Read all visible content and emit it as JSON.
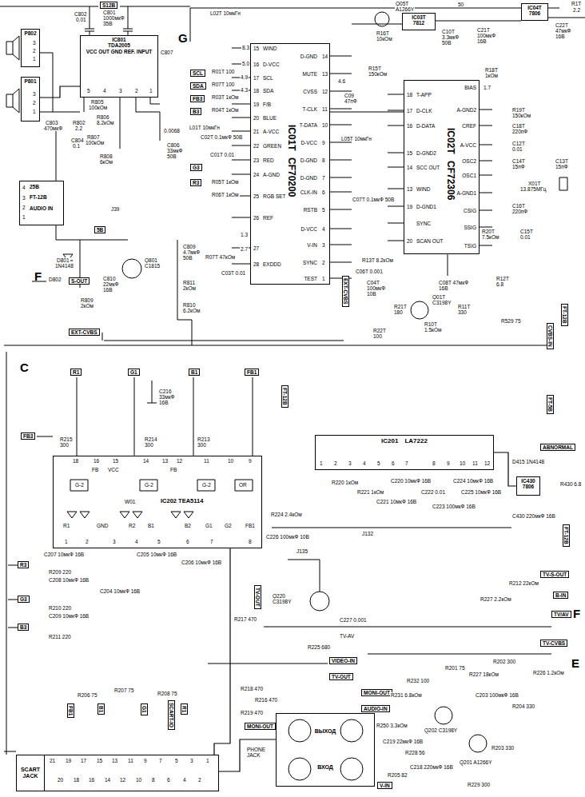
{
  "diagram": {
    "nodes": [
      {
        "text": [
          "P802"
        ]
      },
      {
        "text": [
          "P801"
        ]
      },
      {
        "text": [
          "IC801",
          "TDA2005",
          "VCC OUT GND REF. INPUT"
        ]
      },
      {
        "text": [
          "25B",
          "FT-12B",
          "AUDIO IN"
        ]
      },
      {
        "text": [
          "IC01T",
          "CF70200"
        ]
      },
      {
        "text": [
          "IC03T",
          "7812"
        ]
      },
      {
        "text": [
          "IC04T",
          "7806"
        ]
      },
      {
        "text": [
          "IC02T",
          "CF72306"
        ]
      },
      {
        "text": [
          "IC202 TEA5114"
        ]
      },
      {
        "text": [
          "IC201",
          "LA7222"
        ]
      },
      {
        "text": [
          "IC430",
          "7806"
        ]
      },
      {
        "text": [
          "ВЫХОД",
          "ВХОД"
        ]
      },
      {
        "text": [
          "SCART JACK"
        ]
      }
    ],
    "edges": [
      {
        "from": 4,
        "to": 7,
        "arrow": "none"
      },
      {
        "from": 2,
        "to": 1,
        "arrow": "none"
      },
      {
        "from": 8,
        "to": 12,
        "arrow": "none"
      },
      {
        "from": 11,
        "to": 12,
        "arrow": "none"
      },
      {
        "from": 10,
        "to": 9,
        "arrow": "none"
      }
    ],
    "labels": [
      "S12B",
      "C802",
      "0.01",
      "C801",
      "1000мкФ",
      "35В",
      "5",
      "4",
      "3",
      "2",
      "1",
      "C807",
      "0.0068",
      "R805",
      "100кОм",
      "R802",
      "2.2",
      "R806",
      "8.2кОм",
      "C804",
      "0.1",
      "R807",
      "100кОм",
      "R808",
      "6кОм",
      "C803",
      "470мкФ",
      "C806",
      "33мкФ",
      "50В",
      "3",
      "2",
      "1",
      "3",
      "2",
      "1",
      "4",
      "3",
      "2",
      "1",
      "J39",
      "5B",
      "D801",
      "1N4148",
      "D802",
      "C810",
      "22мкФ",
      "16В",
      "Q801",
      "C1815",
      "C809",
      "4.7мкФ",
      "50В",
      "R811",
      "2кОм",
      "R810",
      "6.2кОм",
      "F",
      "S-OUT",
      "R809",
      "2кОм",
      "EXT-CVBS",
      "G",
      "L02T 10мкГн",
      "15",
      "16",
      "17",
      "18",
      "19",
      "20",
      "21",
      "22",
      "23",
      "24",
      "25",
      "26",
      "27",
      "28",
      "WIND",
      "D-VCC",
      "SCL",
      "SDA",
      "F/B",
      "BLUE",
      "A-VCC",
      "GREEN",
      "RED",
      "A-GND",
      "RGB SET",
      "REF",
      "EXDDD",
      "14",
      "13",
      "12",
      "11",
      "10",
      "9",
      "8",
      "7",
      "6",
      "5",
      "4",
      "3",
      "2",
      "1",
      "D-GND",
      "MUTE",
      "CVSS",
      "T-CLK",
      "T-DATA",
      "D-VCC",
      "D-GND",
      "D-GND",
      "CLK-IN",
      "RSTB",
      "D-VCC",
      "V-IN",
      "SYNC",
      "TEST",
      "8.3",
      "5.0",
      "4.9",
      "4.3",
      "1.3",
      "2.7",
      "R01T 100",
      "R07T 100",
      "R03T 1кОм",
      "R04T 1кОм",
      "L01T 10мкГн",
      "C02T 0.1мкФ 50В",
      "C01T 0.01",
      "R05T 1кОм",
      "R06T 1кОм",
      "R07T 47кОм",
      "C03T 0.01",
      "SCL",
      "SDA",
      "FB3",
      "B3",
      "G3",
      "R3",
      "Q05T",
      "A1266Y",
      "R16T",
      "10кОм",
      "C10T",
      "3.3мкФ",
      "50В",
      "50",
      "C21T",
      "100мкФ",
      "16В",
      "C22T",
      "47мкФ",
      "16В",
      "R1T",
      "2.2",
      "4.6",
      "R15T",
      "150кОм",
      "C09",
      "47пФ",
      "L05T 10мкГн",
      "C07T 0.1мкФ 50В",
      "R13T 8.2кОм",
      "C06T 0.001",
      "C04T",
      "100мкФ",
      "10В",
      "Q01T",
      "C3198Y",
      "C08T 47мкФ",
      "16В",
      "R12T",
      "6.8",
      "R11T",
      "330",
      "R21T",
      "180",
      "R10T",
      "1.5кОм",
      "R22T",
      "100",
      "R529 75",
      "EXT-CVBS",
      "CVBS-IN",
      "FT-12B",
      "18",
      "17",
      "16",
      "15",
      "14",
      "13",
      "19",
      "20",
      "T-APP",
      "D-CLK",
      "D-DATA",
      "D-GND2",
      "SCC OUT",
      "WIND",
      "D-GND1",
      "SYNC",
      "SCAN OUT",
      "BIAS",
      "A-GND2",
      "CREF",
      "A-VCC",
      "OSC2",
      "OSC1",
      "A-GND1",
      "CSIG",
      "SSIG",
      "TSIG",
      "R18T",
      "1кОм",
      "1.7",
      "R19T",
      "150кОм",
      "C18T",
      "220пФ",
      "C12T",
      "0.01",
      "C14T",
      "15пФ",
      "C13T",
      "15пФ",
      "X01T",
      "13.875МГц",
      "C16T",
      "220пФ",
      "R20T",
      "7.5кОм",
      "C15T",
      "0.01",
      "C",
      "R1",
      "G1",
      "B1",
      "FB1",
      "FT-12B",
      "FB3",
      "C216",
      "33мкФ",
      "16В",
      "R215",
      "300",
      "R214",
      "300",
      "R213",
      "300",
      "18",
      "16",
      "15",
      "14",
      "13",
      "12",
      "11",
      "10",
      "9",
      "FB",
      "VCC",
      "FB",
      "G-2",
      "G-2",
      "G-2",
      "OR",
      "W01",
      "R1",
      "GND",
      "R2",
      "B1",
      "B2",
      "G1",
      "G2",
      "FB1",
      "1",
      "2",
      "3",
      "4",
      "5",
      "6",
      "7",
      "8",
      "C207 10мкФ 16В",
      "R3",
      "R209 220",
      "C208 10мкФ 16В",
      "G3",
      "R210 220",
      "C209 10мкФ 16В",
      "C204 10мкФ 16В",
      "B3",
      "R211 220",
      "C205 10мкФ 16В",
      "C206 10мкФ 16В",
      "1",
      "2",
      "3",
      "4",
      "5",
      "6",
      "7",
      "8",
      "9",
      "10",
      "11",
      "12",
      "R220 1кОм",
      "R221 1кОм",
      "C220 10мкФ 16В",
      "C222 0.01",
      "C221 10мкФ 16В",
      "C223 100мкФ 16В",
      "C224 10мкФ 16В",
      "C225 10мкФ 16В",
      "R224 2.4кОм",
      "C226 100мкФ 10В",
      "J135",
      "J132",
      "Q220",
      "C3198Y",
      "C227 0.001",
      "R225 680",
      "TV-AV",
      "TV-OUT",
      "D415 1N4148",
      "ABNORMAL",
      "FT-5B",
      "R430 6.8",
      "C430 220мкФ 16В",
      "FT-12B",
      "TV-S-OUT",
      "R212 22кОм",
      "B-IN",
      "R227 2.2кОм",
      "TV/AV",
      "TV-CVBS",
      "F",
      "E",
      "R217 470",
      "VIDEO-IN",
      "TV-OUT",
      "MONI-OUT",
      "AUDIO-IN",
      "R218 470",
      "R216 470",
      "R219 470",
      "MONI-OUT",
      "R206 75",
      "R207 75",
      "R208 75",
      "FB1",
      "B1",
      "G1",
      "SCART-IO",
      "R1",
      "R202 300",
      "R204 330",
      "R226 1.2кОм",
      "R232 100",
      "R201 75",
      "R227 18кОм",
      "C203 100мкФ 16В",
      "R231 6.8кОм",
      "Q202 C3198Y",
      "Q201 A1266Y",
      "R203 330",
      "R250 3.3кОм",
      "C219 22мкФ 16В",
      "R228 56",
      "R205 82",
      "C218 220мкФ 16В",
      "R229 300",
      "V-IN",
      "PHONE JACK",
      "21",
      "19",
      "17",
      "15",
      "13",
      "11",
      "9",
      "7",
      "5",
      "3",
      "1",
      "20",
      "18",
      "16",
      "14",
      "12",
      "10",
      "8",
      "6",
      "4",
      "2"
    ]
  }
}
